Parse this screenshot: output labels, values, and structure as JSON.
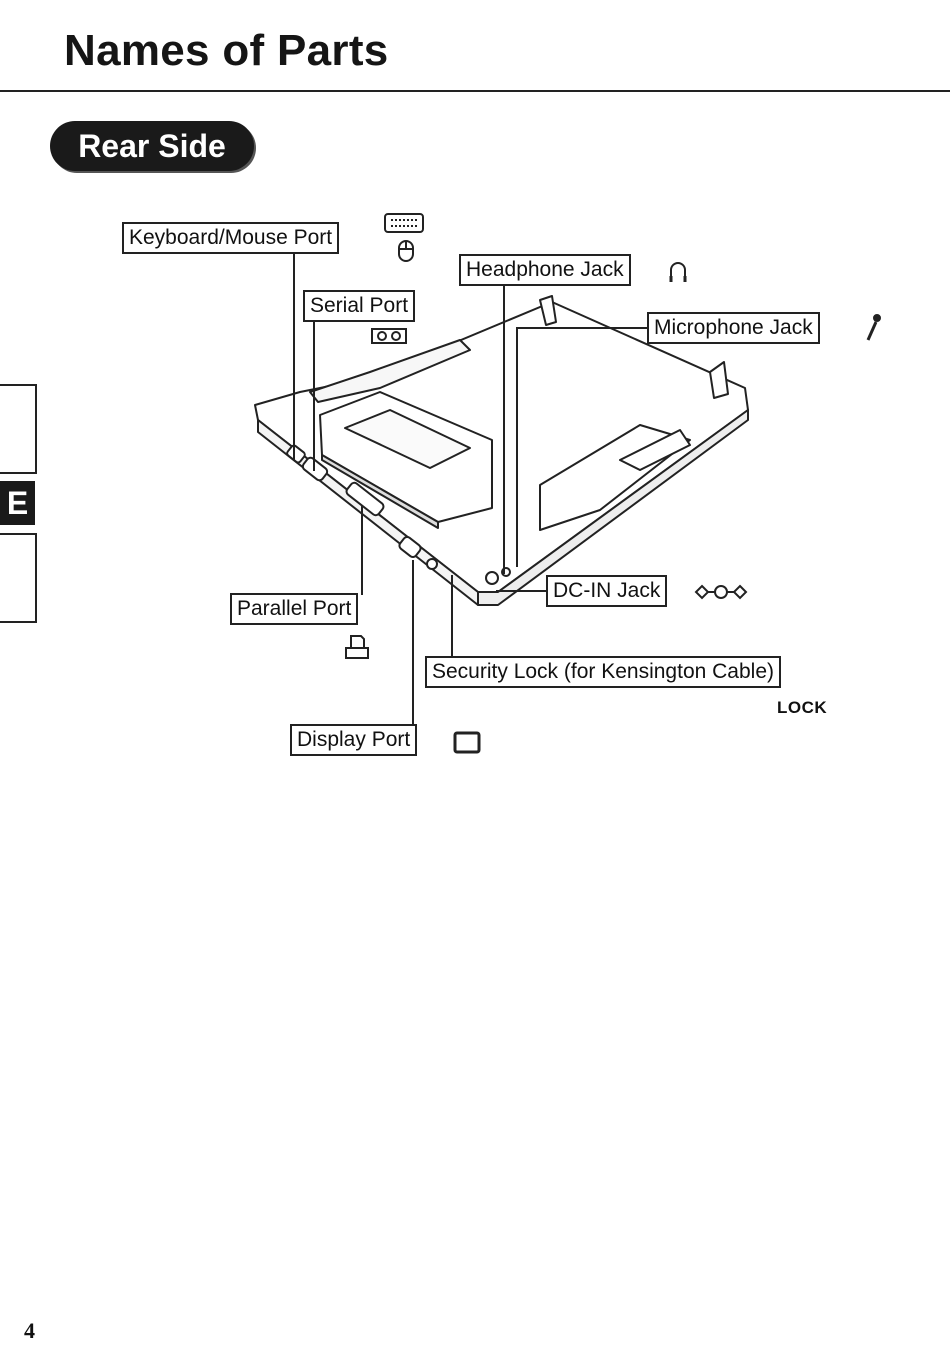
{
  "page": {
    "title": "Names of Parts",
    "section": "Rear Side",
    "side_tab": "E",
    "page_number": "4"
  },
  "labels": {
    "keyboard_mouse_port": "Keyboard/Mouse Port",
    "headphone_jack": "Headphone Jack",
    "serial_port": "Serial Port",
    "microphone_jack": "Microphone Jack",
    "dc_in_jack": "DC-IN Jack",
    "parallel_port": "Parallel Port",
    "security_lock": "Security Lock (for Kensington Cable)",
    "lock_symbol": "LOCK",
    "display_port": "Display Port"
  },
  "icons": [
    "keyboard-icon",
    "mouse-icon",
    "headphone-icon",
    "serial-port-icon",
    "microphone-icon",
    "dc-polarity-icon",
    "printer-icon",
    "monitor-icon"
  ]
}
